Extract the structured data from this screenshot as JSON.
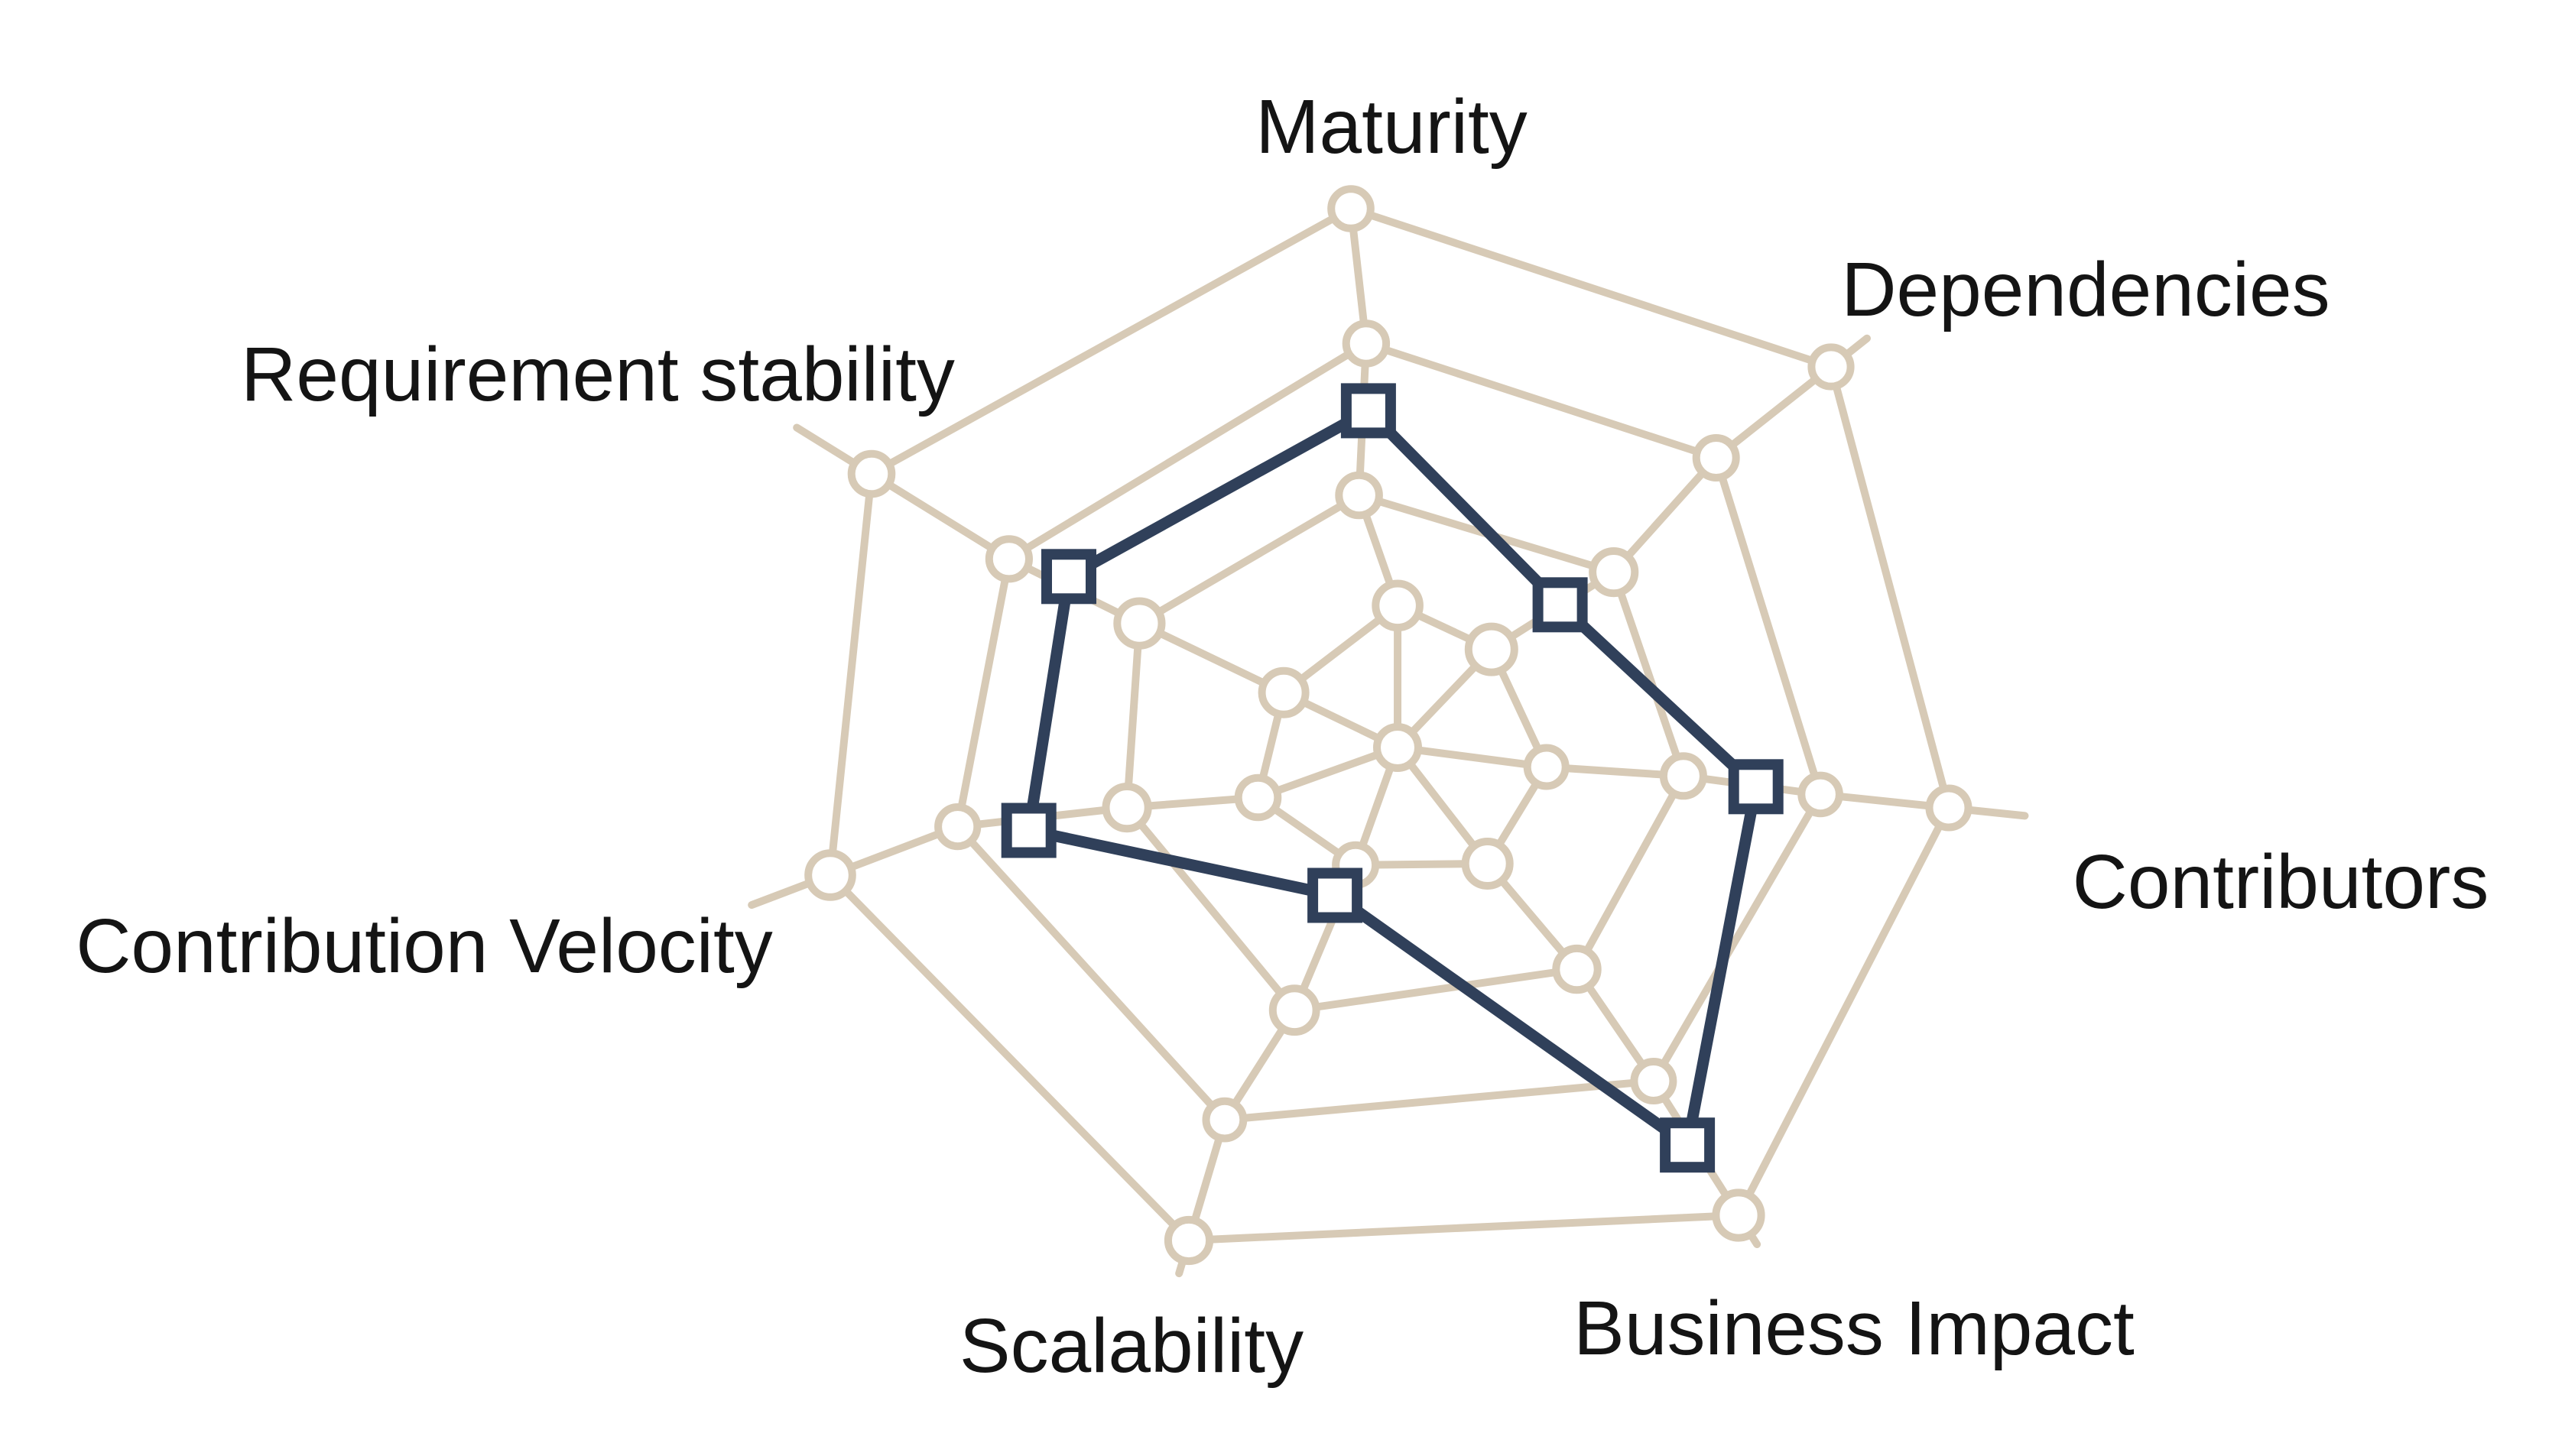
{
  "chart_data": {
    "type": "radar",
    "categories": [
      "Maturity",
      "Dependencies",
      "Contributors",
      "Business Impact",
      "Scalability",
      "Contribution Velocity",
      "Requirement stability"
    ],
    "series": [
      {
        "marker": "square",
        "values": [
          2.5,
          1.5,
          2.6,
          3.4,
          1.2,
          2.6,
          2.5
        ]
      }
    ],
    "scale": {
      "min": 0,
      "max": 4,
      "rings": 4,
      "ring_tick_marker": "circle",
      "tick_labels_visible": false
    },
    "colors": {
      "grid": "#d7cab6",
      "series": "#30405a",
      "marker_fill": "#ffffff",
      "label": "#141414",
      "background": "#ffffff"
    }
  }
}
